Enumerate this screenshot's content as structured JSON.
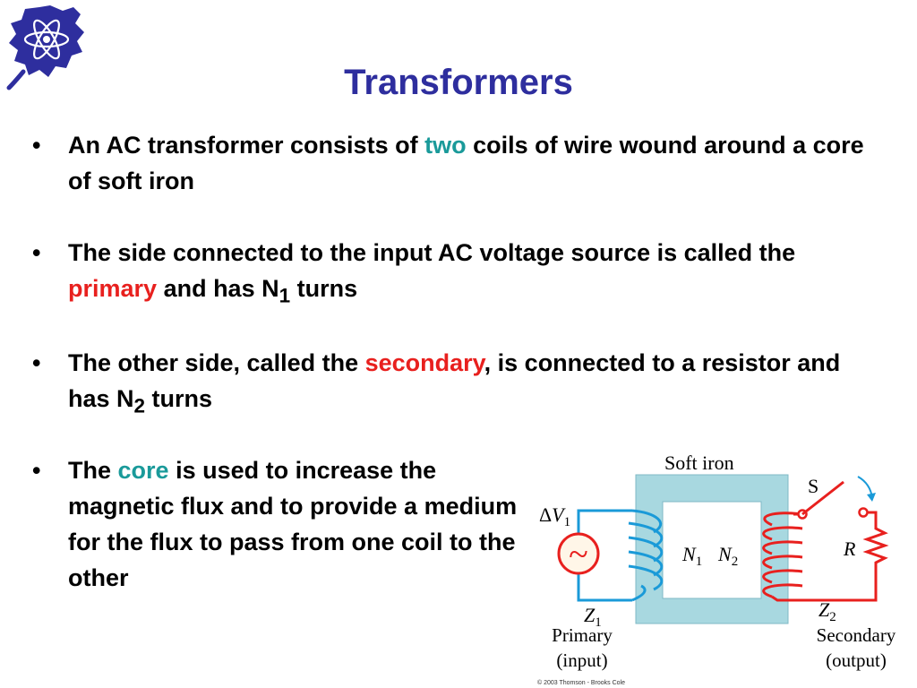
{
  "title": "Transformers",
  "bullet_char": "•",
  "bullets": [
    {
      "before": "An AC transformer consists of ",
      "highlight": "two",
      "after": " coils of wire wound around a core of soft iron"
    },
    {
      "before": "The side connected to the input AC voltage source is called the ",
      "highlight": "primary",
      "middle": " and has N",
      "subscript": "1",
      "after": " turns"
    },
    {
      "before": "The other side, called the ",
      "highlight": "secondary",
      "middle": ", is connected to a resistor and has N",
      "subscript": "2",
      "after": " turns"
    },
    {
      "before": "The ",
      "highlight": "core",
      "after": " is used to increase the magnetic flux and to provide a medium for the flux to pass from one coil to the other"
    }
  ],
  "diagram": {
    "core_label": "Soft iron",
    "switch_label": "S",
    "source_label_prefix": "Δ",
    "source_label_var": "V",
    "source_label_sub": "1",
    "n1_var": "N",
    "n1_sub": "1",
    "n2_var": "N",
    "n2_sub": "2",
    "resistor_label": "R",
    "z1_var": "Z",
    "z1_sub": "1",
    "z2_var": "Z",
    "z2_sub": "2",
    "primary_label": "Primary",
    "primary_sub_label": "(input)",
    "secondary_label": "Secondary",
    "secondary_sub_label": "(output)",
    "source_symbol": "~",
    "copyright": "© 2003 Thomson - Brooks Cole"
  },
  "colors": {
    "title": "#2e2e9e",
    "highlight_teal": "#1a9a9a",
    "highlight_red": "#e8201e",
    "core": "#a8d8e0",
    "primary_wire": "#1a9ad8",
    "secondary_wire": "#e8201e"
  },
  "logo_icon": "atom-horned-lizard-icon"
}
